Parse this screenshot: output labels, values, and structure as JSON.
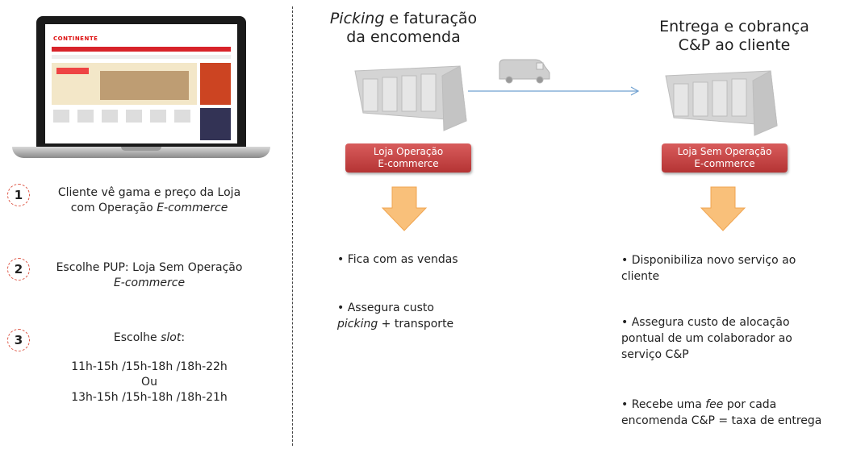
{
  "laptop": {
    "brand": "CONTINENTE"
  },
  "steps": [
    {
      "num": "1",
      "line1": "Cliente vê gama e preço da Loja",
      "line2a": "com Operação ",
      "line2b": "E-commerce"
    },
    {
      "num": "2",
      "line1": "Escolhe PUP: Loja Sem Operação",
      "line2b": "E-commerce"
    },
    {
      "num": "3",
      "line1a": "Escolhe ",
      "line1b": "slot",
      "line1c": ":",
      "slots1": "11h-15h /15h-18h /18h-22h",
      "ou": "Ou",
      "slots2": "13h-15h /15h-18h /18h-21h"
    }
  ],
  "left_col": {
    "heading_em": "Picking",
    "heading_rest": " e faturação",
    "heading_line2": "da encomenda",
    "badge_line1": "Loja Operação",
    "badge_line2": "E-commerce",
    "bullet1": "Fica com as vendas",
    "bullet2_line1": "Assegura custo",
    "bullet2_em": "picking",
    "bullet2_rest": " + transporte"
  },
  "right_col": {
    "heading_line1": "Entrega e cobrança",
    "heading_line2": "C&P ao cliente",
    "badge_line1": "Loja Sem Operação",
    "badge_line2": "E-commerce",
    "bullet1_line1": "Disponibiliza  novo serviço ao",
    "bullet1_line2": "cliente",
    "bullet2_line1": "Assegura custo de alocação",
    "bullet2_line2": "pontual de um colaborador ao",
    "bullet2_line3": "serviço C&P",
    "bullet3_a": "Recebe uma ",
    "bullet3_em": "fee",
    "bullet3_b": " por cada",
    "bullet3_line2": "encomenda C&P = taxa de entrega"
  },
  "colors": {
    "badge": "#c0403f",
    "arrow": "#f7b76b",
    "divider": "#444444",
    "flow_line": "#6fa0d0"
  }
}
